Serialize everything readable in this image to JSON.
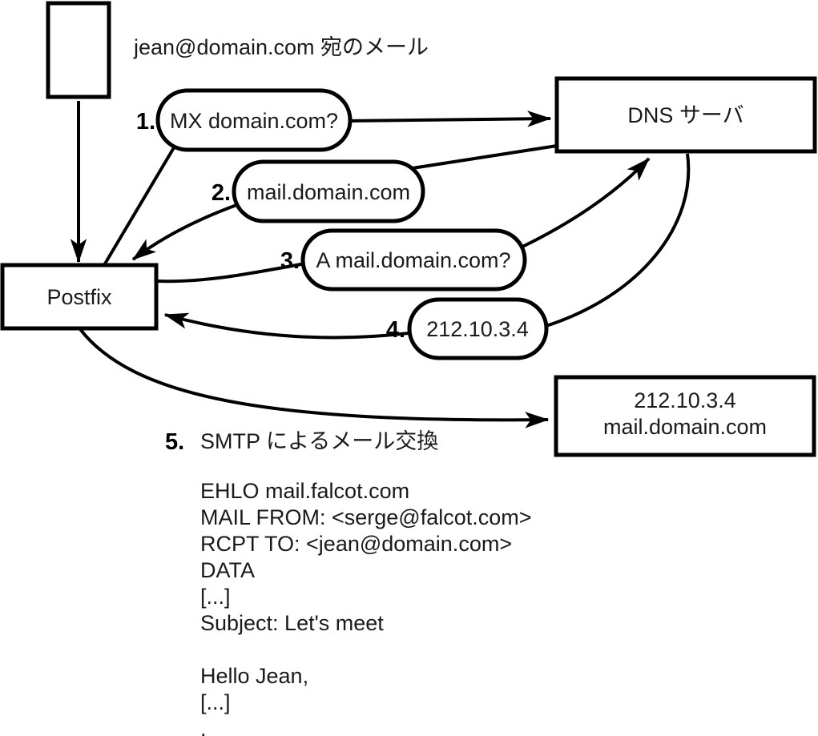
{
  "diagram": {
    "title_caption": "jean@domain.com 宛のメール",
    "colors": {
      "background": "#ffffff",
      "stroke": "#000000",
      "text": "#1a1a1a"
    },
    "nodes": {
      "postfix": {
        "label": "Postfix"
      },
      "dns": {
        "label": "DNS サーバ"
      },
      "mail_server": {
        "line1": "212.10.3.4",
        "line2": "mail.domain.com"
      }
    },
    "steps": [
      {
        "num": "1.",
        "label": "MX domain.com?"
      },
      {
        "num": "2.",
        "label": "mail.domain.com"
      },
      {
        "num": "3.",
        "label": "A mail.domain.com?"
      },
      {
        "num": "4.",
        "label": "212.10.3.4"
      },
      {
        "num": "5.",
        "label": "SMTP によるメール交換"
      }
    ],
    "smtp_session": {
      "lines": [
        "EHLO mail.falcot.com",
        "MAIL FROM: <serge@falcot.com>",
        "RCPT TO: <jean@domain.com>",
        "DATA",
        "[...]",
        "Subject: Let's meet",
        "",
        "Hello Jean,",
        "[...]",
        "."
      ]
    }
  }
}
